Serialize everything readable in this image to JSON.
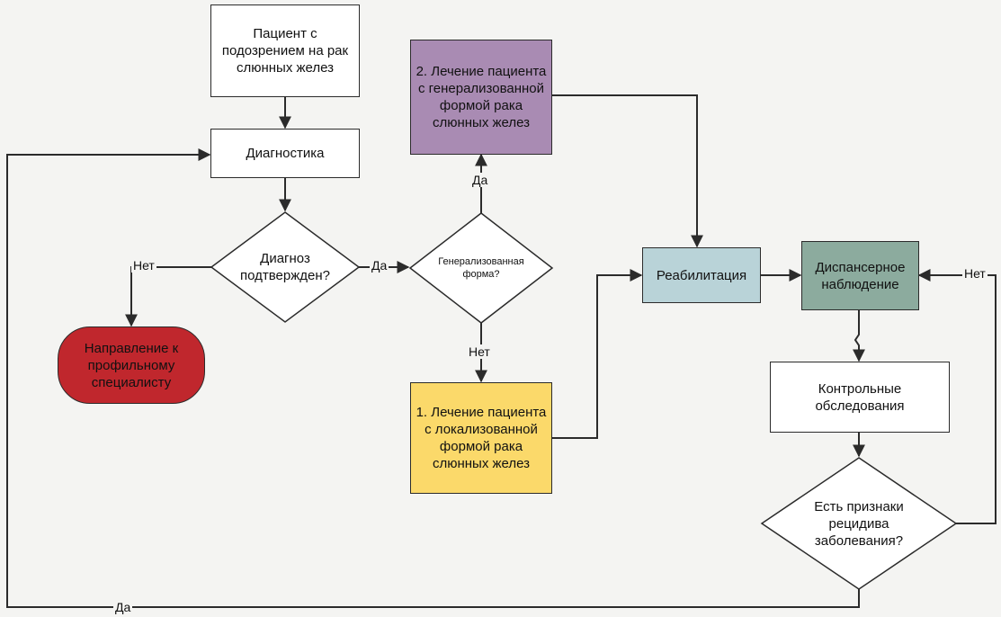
{
  "nodes": {
    "suspicion": "Пациент с подозрением на рак слюнных желез",
    "diagnostics": "Диагностика",
    "diagnosis_confirmed": "Диагноз подтвержден?",
    "referral": "Направление к профильному специалисту",
    "generalized_form": "Генерализованная форма?",
    "treatment_generalized": "2. Лечение пациента с генерализованной формой рака слюнных желез",
    "treatment_localized": "1. Лечение пациента с локализованной формой рака слюнных желез",
    "rehabilitation": "Реабилитация",
    "dispensary": "Диспансерное наблюдение",
    "checkups": "Контрольные обследования",
    "recurrence": "Есть признаки рецидива заболевания?"
  },
  "edge_labels": {
    "no_referral": "Нет",
    "yes_generalized_check": "Да",
    "yes_generalized": "Да",
    "no_localized": "Нет",
    "no_recurrence": "Нет",
    "yes_recurrence": "Да"
  },
  "colors": {
    "referral": "#c0272d",
    "treatment_generalized": "#a98bb3",
    "treatment_localized": "#fbd96a",
    "rehabilitation": "#b9d3d8",
    "dispensary": "#8cab9e"
  }
}
